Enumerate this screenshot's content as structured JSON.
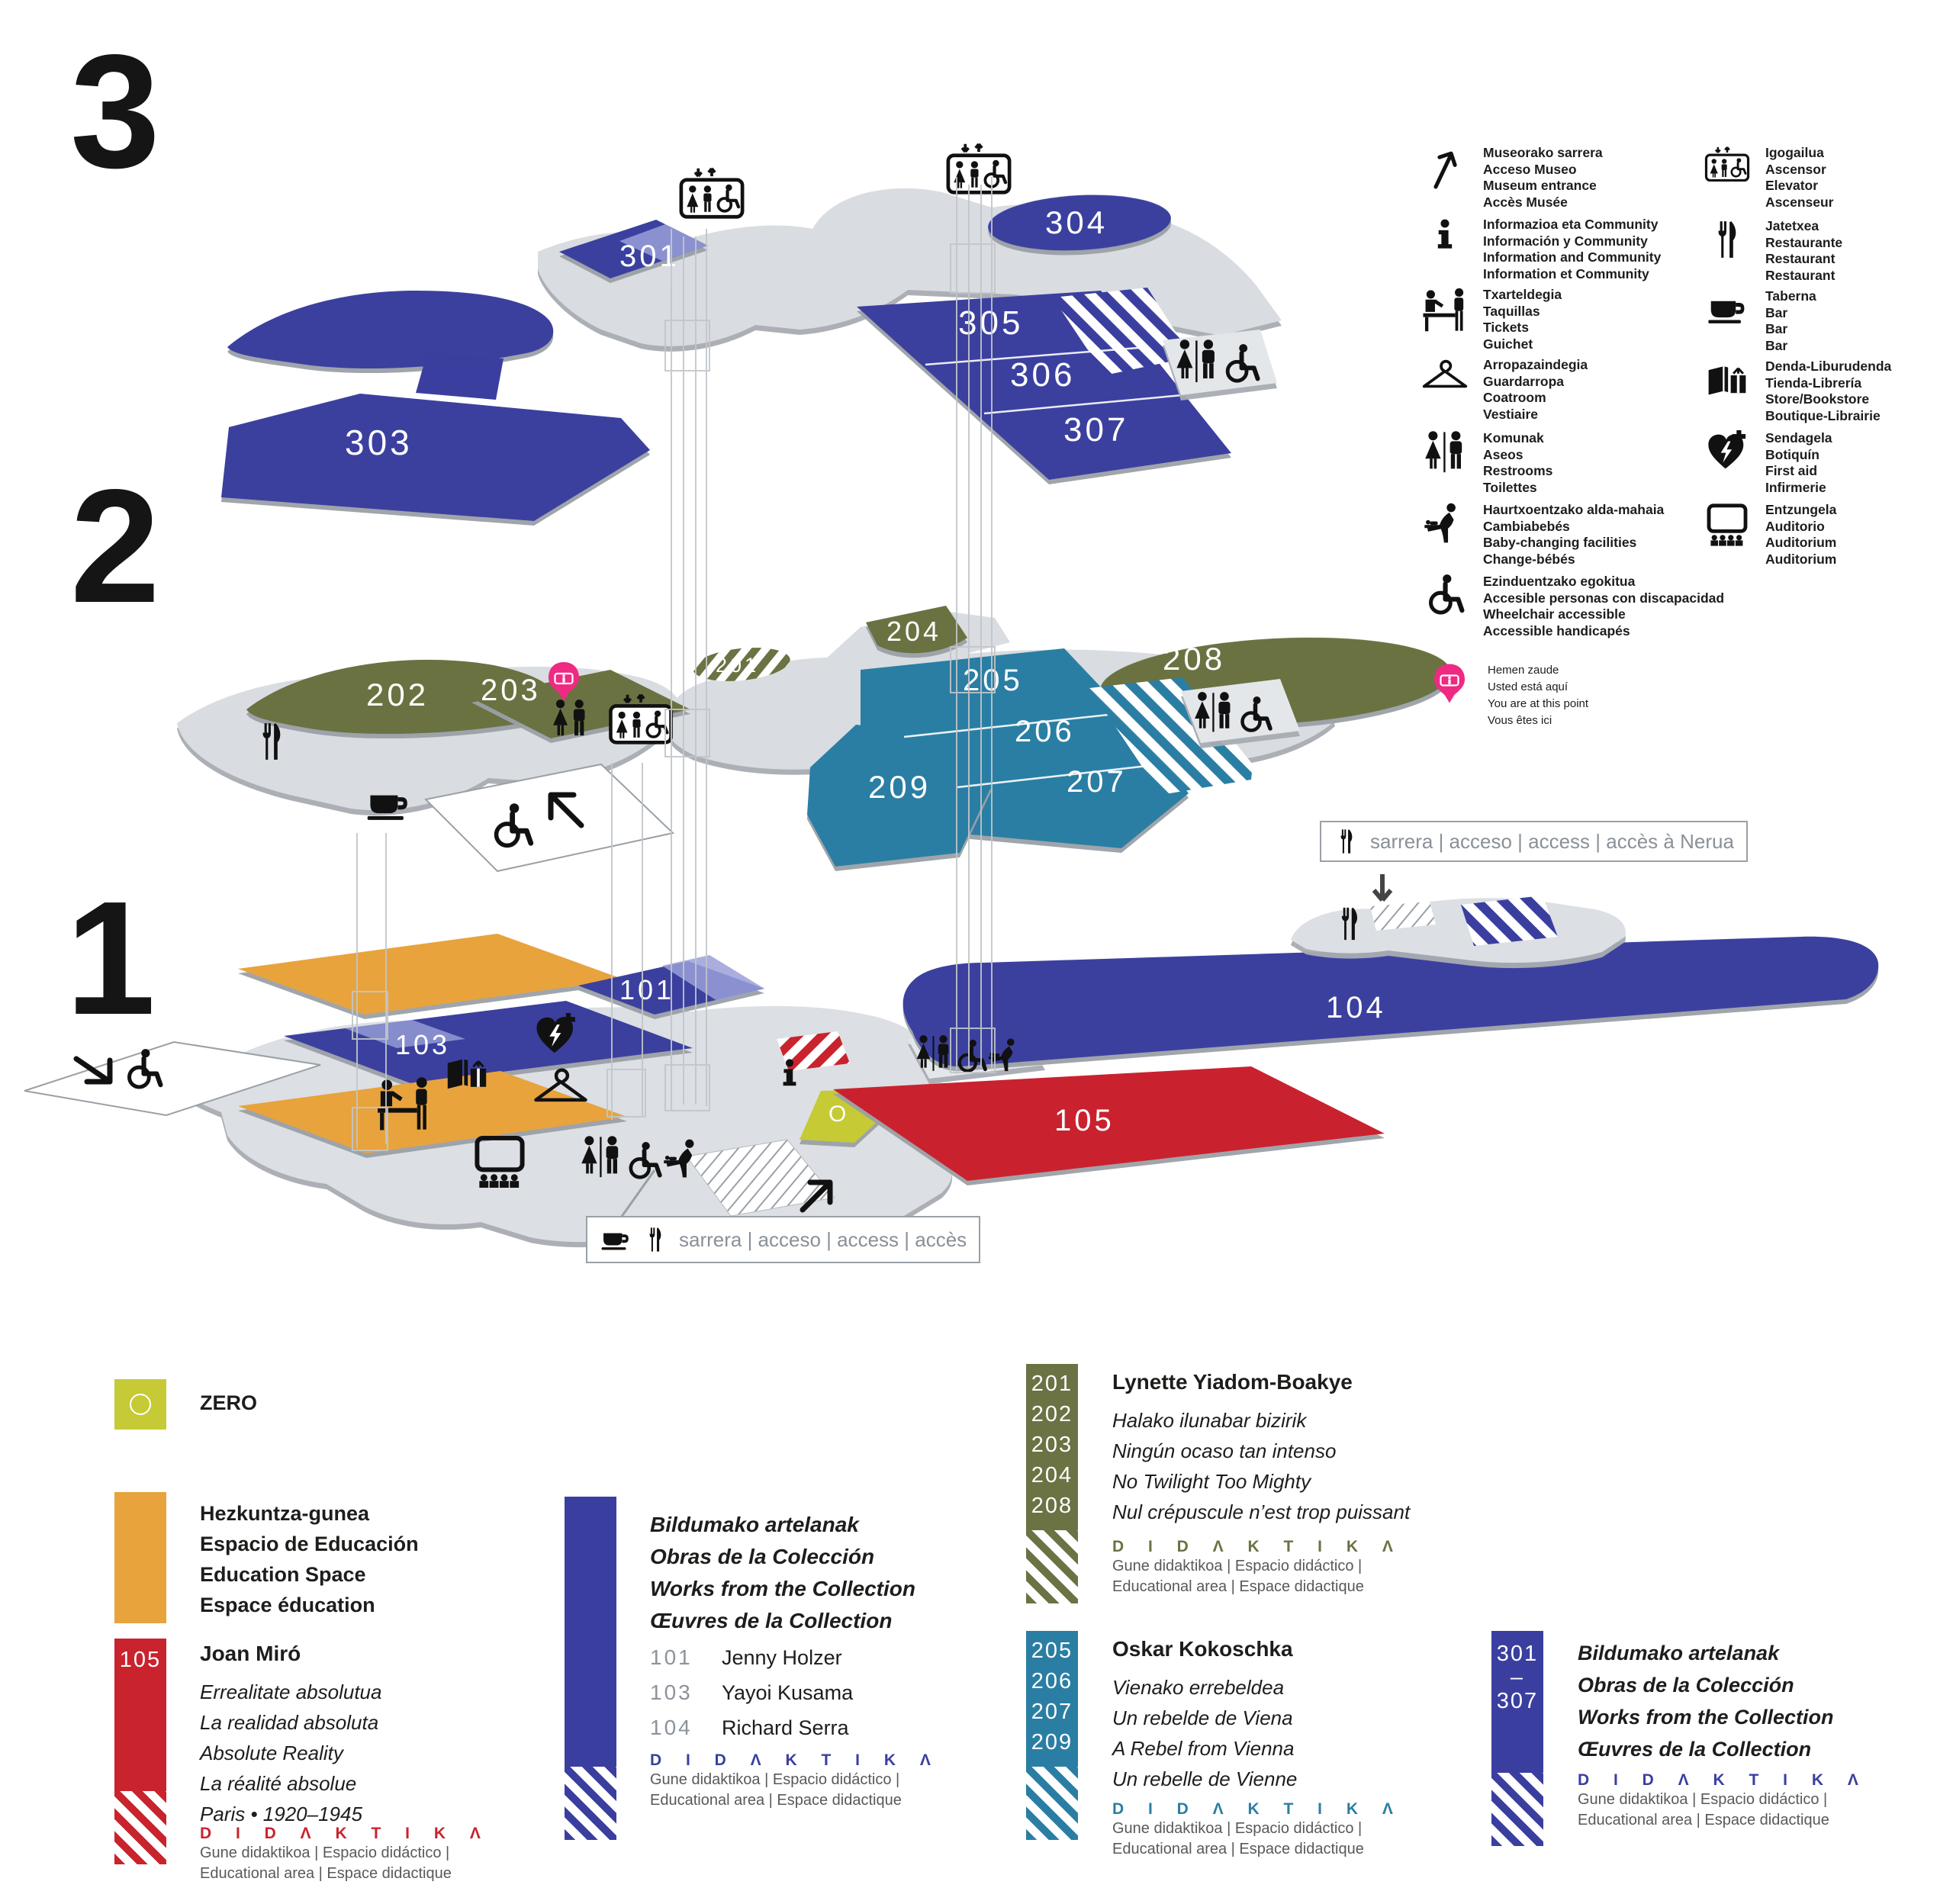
{
  "colors": {
    "blue": "#3a3f9f",
    "olive": "#6b7243",
    "teal": "#2b7ea3",
    "red": "#c9232e",
    "orange": "#e8a33c",
    "zero": "#c5ca36",
    "pink": "#ee2a83"
  },
  "floors": {
    "f3": {
      "num": "3",
      "rooms": {
        "r301": "301",
        "r303": "303",
        "r304": "304",
        "r305": "305",
        "r306": "306",
        "r307": "307"
      }
    },
    "f2": {
      "num": "2",
      "rooms": {
        "r201": "201",
        "r202": "202",
        "r203": "203",
        "r204": "204",
        "r205": "205",
        "r206": "206",
        "r207": "207",
        "r208": "208",
        "r209": "209"
      }
    },
    "f1": {
      "num": "1",
      "rooms": {
        "r0": "O",
        "r101": "101",
        "r103": "103",
        "r104": "104",
        "r105": "105"
      }
    }
  },
  "entrances": {
    "nerua": "sarrera | acceso | access | accès à Nerua",
    "cafe": "sarrera | acceso | access | accès"
  },
  "legend": {
    "left": [
      {
        "icon": "museum-entrance-icon",
        "lines": [
          "Museorako sarrera",
          "Acceso Museo",
          "Museum entrance",
          "Accès Musée"
        ]
      },
      {
        "icon": "information-icon",
        "lines": [
          "Informazioa eta Community",
          "Información y Community",
          "Information and Community",
          "Information et Community"
        ]
      },
      {
        "icon": "tickets-icon",
        "lines": [
          "Txarteldegia",
          "Taquillas",
          "Tickets",
          "Guichet"
        ]
      },
      {
        "icon": "coatroom-icon",
        "lines": [
          "Arropazaindegia",
          "Guardarropa",
          "Coatroom",
          "Vestiaire"
        ]
      },
      {
        "icon": "restrooms-icon",
        "lines": [
          "Komunak",
          "Aseos",
          "Restrooms",
          "Toilettes"
        ]
      },
      {
        "icon": "baby-changing-icon",
        "lines": [
          "Haurtxoentzako alda-mahaia",
          "Cambiabebés",
          "Baby-changing facilities",
          "Change-bébés"
        ]
      },
      {
        "icon": "wheelchair-icon",
        "lines": [
          "Ezinduentzako egokitua",
          "Accesible personas con discapacidad",
          "Wheelchair accessible",
          "Accessible handicapés"
        ]
      },
      {
        "icon": "you-are-here-icon",
        "lines": [
          "Hemen zaude",
          "Usted está aquí",
          "You are at this point",
          "Vous êtes ici"
        ]
      }
    ],
    "right": [
      {
        "icon": "elevator-icon",
        "lines": [
          "Igogailua",
          "Ascensor",
          "Elevator",
          "Ascenseur"
        ]
      },
      {
        "icon": "restaurant-icon",
        "lines": [
          "Jatetxea",
          "Restaurante",
          "Restaurant",
          "Restaurant"
        ]
      },
      {
        "icon": "bar-icon",
        "lines": [
          "Taberna",
          "Bar",
          "Bar",
          "Bar"
        ]
      },
      {
        "icon": "store-icon",
        "lines": [
          "Denda-Liburudenda",
          "Tienda-Librería",
          "Store/Bookstore",
          "Boutique-Librairie"
        ]
      },
      {
        "icon": "first-aid-icon",
        "lines": [
          "Sendagela",
          "Botiquín",
          "First aid",
          "Infirmerie"
        ]
      },
      {
        "icon": "auditorium-icon",
        "lines": [
          "Entzungela",
          "Auditorio",
          "Auditorium",
          "Auditorium"
        ]
      }
    ]
  },
  "key": {
    "zero": {
      "title": "ZERO"
    },
    "education": {
      "lines": [
        "Hezkuntza-gunea",
        "Espacio de Educación",
        "Education Space",
        "Espace éducation"
      ]
    },
    "miro": {
      "num": "105",
      "title": "Joan Miró",
      "lines": [
        "Errealitate absolutua",
        "La realidad absoluta",
        "Absolute Reality",
        "La réalité absolue",
        "Paris • 1920–1945"
      ]
    },
    "collection1": {
      "title_lines": [
        "Bildumako artelanak",
        "Obras de la Colección",
        "Works from the Collection",
        "Œuvres de la Collection"
      ],
      "rooms": [
        {
          "num": "101",
          "name": "Jenny Holzer"
        },
        {
          "num": "103",
          "name": "Yayoi Kusama"
        },
        {
          "num": "104",
          "name": "Richard Serra"
        }
      ]
    },
    "boakye": {
      "nums": [
        "201",
        "202",
        "203",
        "204",
        "208"
      ],
      "title": "Lynette Yiadom-Boakye",
      "lines": [
        "Halako ilunabar bizirik",
        "Ningún ocaso tan intenso",
        "No Twilight Too Mighty",
        "Nul crépuscule n’est trop puissant"
      ]
    },
    "kokoschka": {
      "nums": [
        "205",
        "206",
        "207",
        "209"
      ],
      "title": "Oskar Kokoschka",
      "lines": [
        "Vienako errebeldea",
        "Un rebelde de Viena",
        "A Rebel from Vienna",
        "Un rebelle de Vienne"
      ]
    },
    "collection3": {
      "nums": [
        "301",
        "–",
        "307"
      ],
      "title_lines": [
        "Bildumako artelanak",
        "Obras de la Colección",
        "Works from the Collection",
        "Œuvres de la Collection"
      ]
    },
    "didaktika": {
      "label": "D I D Λ K T I K Λ",
      "line1": "Gune didaktikoa | Espacio didáctico |",
      "line2": "Educational area | Espace didactique"
    }
  }
}
